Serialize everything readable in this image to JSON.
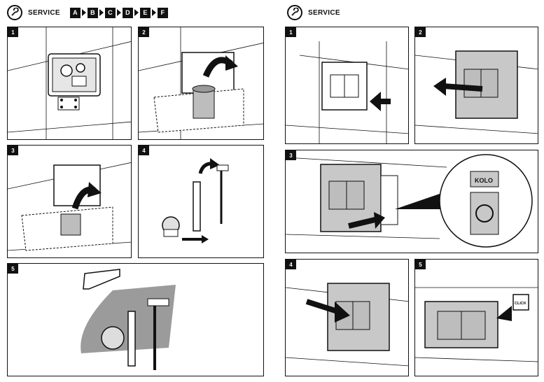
{
  "left": {
    "service_label": "SERVICE",
    "steps": [
      "A",
      "B",
      "C",
      "D",
      "E",
      "F"
    ],
    "panels": [
      "1",
      "2",
      "3",
      "4",
      "5"
    ]
  },
  "right": {
    "service_label": "SERVICE",
    "panels": [
      "1",
      "2",
      "3",
      "4",
      "5"
    ],
    "brand_label": "KOLO",
    "click_label": "CLICK"
  },
  "colors": {
    "ink": "#111111",
    "plate": "#c8c8c8",
    "plate_dark": "#a9a9a9",
    "shadow": "#8a8a8a"
  },
  "icons": [
    "wrench-icon",
    "push-arrow-icon",
    "rotate-arrow-icon"
  ]
}
